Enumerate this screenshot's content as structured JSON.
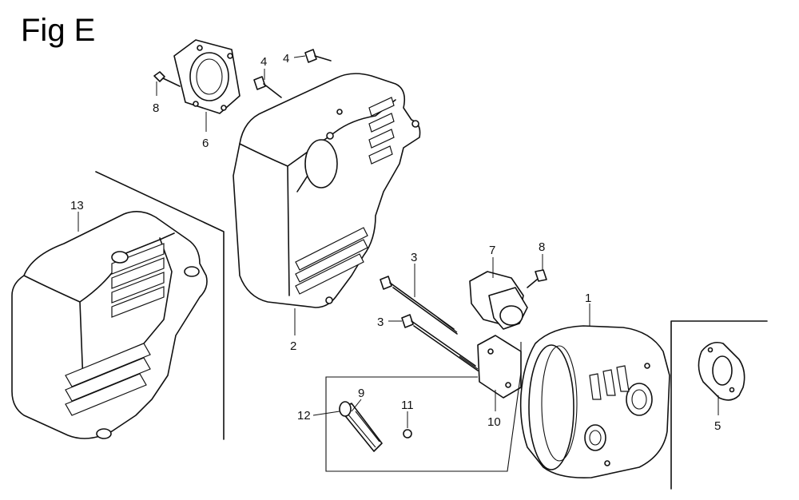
{
  "figure": {
    "title": "Fig E"
  },
  "callouts": [
    {
      "id": "c1",
      "text": "1"
    },
    {
      "id": "c2",
      "text": "2"
    },
    {
      "id": "c3a",
      "text": "3"
    },
    {
      "id": "c3b",
      "text": "3"
    },
    {
      "id": "c4a",
      "text": "4"
    },
    {
      "id": "c4b",
      "text": "4"
    },
    {
      "id": "c5",
      "text": "5"
    },
    {
      "id": "c6",
      "text": "6"
    },
    {
      "id": "c7",
      "text": "7"
    },
    {
      "id": "c8a",
      "text": "8"
    },
    {
      "id": "c8b",
      "text": "8"
    },
    {
      "id": "c9",
      "text": "9"
    },
    {
      "id": "c10",
      "text": "10"
    },
    {
      "id": "c11",
      "text": "11"
    },
    {
      "id": "c12",
      "text": "12"
    },
    {
      "id": "c13",
      "text": "13"
    }
  ]
}
